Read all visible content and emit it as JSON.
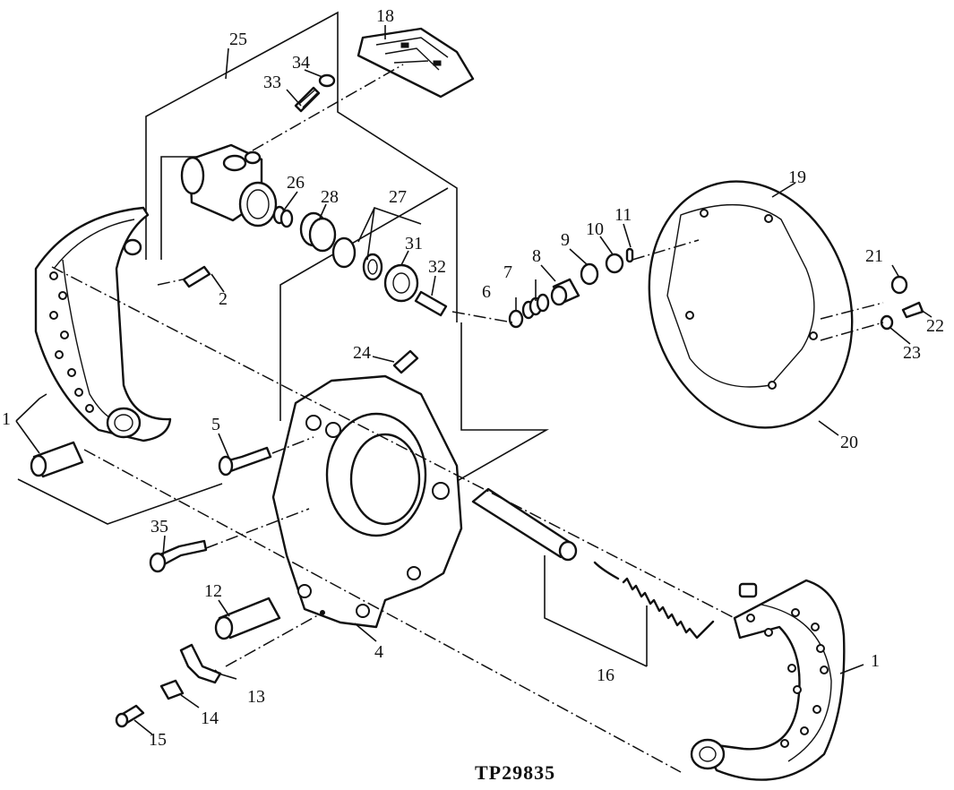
{
  "figure_ref": "TP29835",
  "callouts": {
    "c1_left": "1",
    "c1_right": "1",
    "c2": "2",
    "c4": "4",
    "c5": "5",
    "c6": "6",
    "c7": "7",
    "c8": "8",
    "c9": "9",
    "c10": "10",
    "c11": "11",
    "c12": "12",
    "c13": "13",
    "c14": "14",
    "c15": "15",
    "c16": "16",
    "c18": "18",
    "c19": "19",
    "c20": "20",
    "c21": "21",
    "c22": "22",
    "c23": "23",
    "c24": "24",
    "c25": "25",
    "c26": "26",
    "c27": "27",
    "c28": "28",
    "c31": "31",
    "c32": "32",
    "c33": "33",
    "c34": "34",
    "c35": "35"
  }
}
